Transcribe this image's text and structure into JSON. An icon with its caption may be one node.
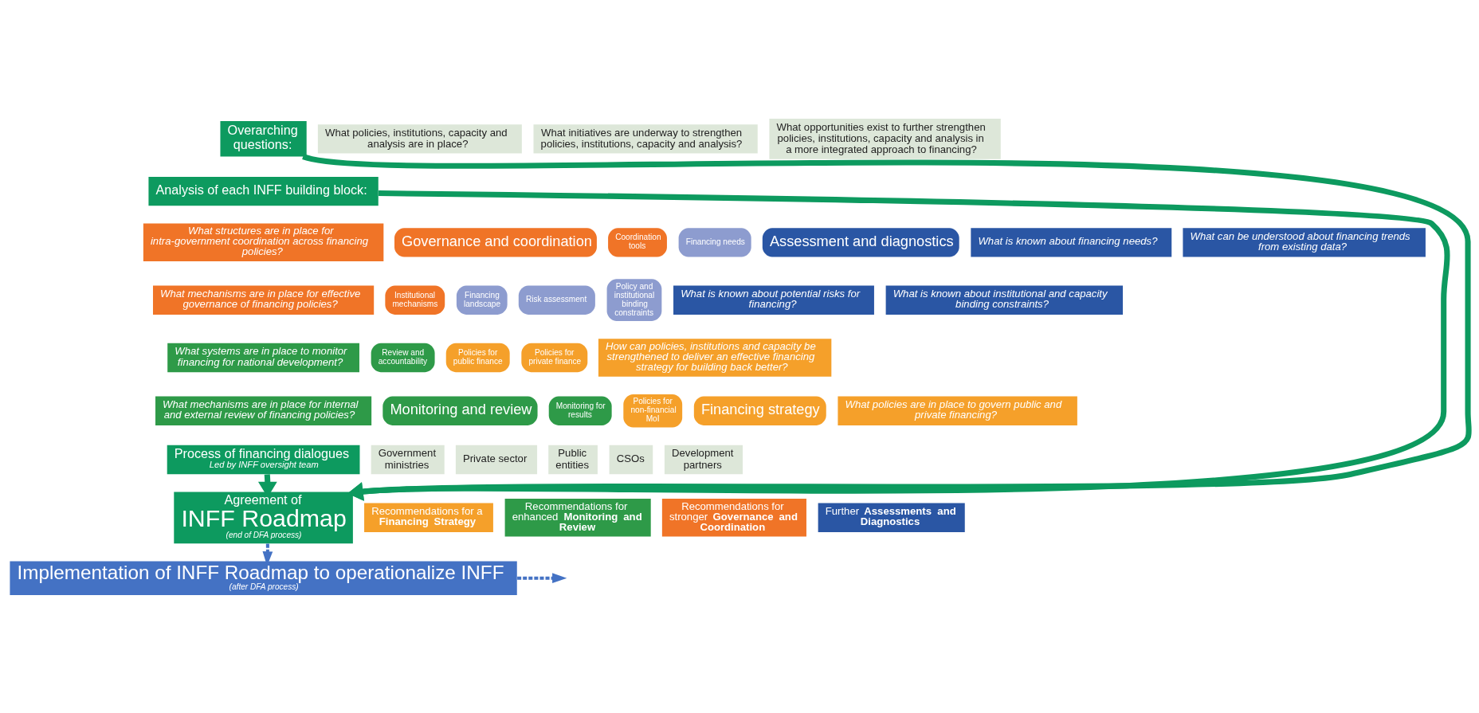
{
  "diagram": {
    "nodes": [
      {
        "text": [
          "Overarching questions:"
        ]
      },
      {
        "text": [
          "What policies, institutions, capacity and analysis are in place?"
        ]
      },
      {
        "text": [
          "What initiatives are underway to strengthen policies, institutions, capacity and analysis?"
        ]
      },
      {
        "text": [
          "What opportunities exist to further strengthen policies, institutions, capacity and analysis in a more integrated approach to financing?"
        ]
      },
      {
        "text": [
          "Analysis of each INFF building block:"
        ]
      },
      {
        "text": [
          "Governance and coordination"
        ]
      },
      {
        "text": [
          "Assessment and diagnostics"
        ]
      },
      {
        "text": [
          "Financing strategy"
        ]
      },
      {
        "text": [
          "Monitoring and review"
        ]
      },
      {
        "text": [
          "Financing needs"
        ]
      },
      {
        "text": [
          "Financing landscape"
        ]
      },
      {
        "text": [
          "Risk assessment"
        ]
      },
      {
        "text": [
          "Policy and institutional binding constraints"
        ]
      },
      {
        "text": [
          "Policies for public finance"
        ]
      },
      {
        "text": [
          "Policies for private finance"
        ]
      },
      {
        "text": [
          "Policies for non-financial MoI"
        ]
      },
      {
        "text": [
          "Monitoring for results"
        ]
      },
      {
        "text": [
          "Review and accountability"
        ]
      },
      {
        "text": [
          "Institutional mechanisms"
        ]
      },
      {
        "text": [
          "Coordination tools"
        ]
      },
      {
        "text": [
          "What structures are in place for intra-government coordination across financing policies?"
        ]
      },
      {
        "text": [
          "What mechanisms are in place for effective governance of financing policies?"
        ]
      },
      {
        "text": [
          "What is known about financing needs?"
        ]
      },
      {
        "text": [
          "What can be understood about financing trends from existing data?"
        ]
      },
      {
        "text": [
          "What is known about potential risks for financing?"
        ]
      },
      {
        "text": [
          "What is known about institutional and capacity binding constraints?"
        ]
      },
      {
        "text": [
          "How can policies, institutions and capacity be strengthened to deliver an effective financing strategy for building back better?"
        ]
      },
      {
        "text": [
          "What policies are in place to govern public and private financing?"
        ]
      },
      {
        "text": [
          "What systems are in place to monitor financing for national development?"
        ]
      },
      {
        "text": [
          "What mechanisms are in place for internal and external review of financing policies?"
        ]
      },
      {
        "text": [
          "Process of financing dialogues",
          "Led by INFF oversight team"
        ]
      },
      {
        "text": [
          "Government ministries"
        ]
      },
      {
        "text": [
          "Private sector"
        ]
      },
      {
        "text": [
          "Public entities"
        ]
      },
      {
        "text": [
          "CSOs"
        ]
      },
      {
        "text": [
          "Development partners"
        ]
      },
      {
        "text": [
          "Agreement of",
          "INFF Roadmap",
          "(end of DFA process)"
        ]
      },
      {
        "text": [
          "Recommendations for a **Financing Strategy**"
        ]
      },
      {
        "text": [
          "Recommendations for enhanced **Monitoring and Review**"
        ]
      },
      {
        "text": [
          "Recommendations for stronger **Governance and Coordination**"
        ]
      },
      {
        "text": [
          "Further **Assessments and Diagnostics**"
        ]
      },
      {
        "text": [
          "Implementation of INFF Roadmap to operationalize INFF",
          "(after DFA process)"
        ]
      }
    ],
    "edges": [
      {
        "from": 0,
        "to": 36,
        "arrow": "to"
      },
      {
        "from": 4,
        "to": 36,
        "arrow": "to"
      },
      {
        "from": 30,
        "to": 36,
        "arrow": "to"
      },
      {
        "from": 36,
        "to": 41,
        "arrow": "to",
        "style": "dashed",
        "color": "#4472c4"
      },
      {
        "from": 41,
        "to": null,
        "arrow": "to",
        "style": "dashed",
        "color": "#4472c4"
      }
    ]
  }
}
